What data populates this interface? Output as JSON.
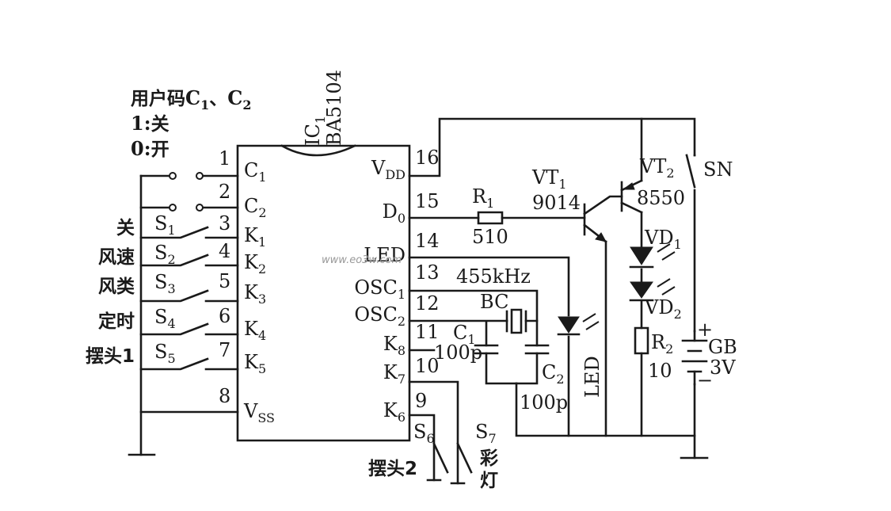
{
  "ic": {
    "ref": "IC",
    "ref_sub": "1",
    "part": "BA5104"
  },
  "user_code": {
    "title_cn": "用户码",
    "title_c1": "C",
    "title_c1_sub": "1",
    "title_sep": "、",
    "title_c2": "C",
    "title_c2_sub": "2",
    "line1_prefix": "1:",
    "line1_cn": "关",
    "line2_prefix": "0:",
    "line2_cn": "开"
  },
  "pins_left": [
    {
      "num": "1",
      "name": "C",
      "sub": "1"
    },
    {
      "num": "2",
      "name": "C",
      "sub": "2"
    },
    {
      "num": "3",
      "name": "K",
      "sub": "1"
    },
    {
      "num": "4",
      "name": "K",
      "sub": "2"
    },
    {
      "num": "5",
      "name": "K",
      "sub": "3"
    },
    {
      "num": "6",
      "name": "K",
      "sub": "4"
    },
    {
      "num": "7",
      "name": "K",
      "sub": "5"
    },
    {
      "num": "8",
      "name": "V",
      "sub": "SS"
    }
  ],
  "pins_right": [
    {
      "num": "16",
      "name": "V",
      "sub": "DD"
    },
    {
      "num": "15",
      "name": "D",
      "sub": "0"
    },
    {
      "num": "14",
      "name": "LED",
      "sub": ""
    },
    {
      "num": "13",
      "name": "OSC",
      "sub": "1"
    },
    {
      "num": "12",
      "name": "OSC",
      "sub": "2"
    },
    {
      "num": "11",
      "name": "K",
      "sub": "8"
    },
    {
      "num": "10",
      "name": "K",
      "sub": "7"
    },
    {
      "num": "9",
      "name": "K",
      "sub": "6"
    }
  ],
  "switches_left": [
    {
      "name": "S",
      "sub": "1",
      "label": "关"
    },
    {
      "name": "S",
      "sub": "2",
      "label": "风速"
    },
    {
      "name": "S",
      "sub": "3",
      "label": "风类"
    },
    {
      "name": "S",
      "sub": "4",
      "label": "定时"
    },
    {
      "name": "S",
      "sub": "5",
      "label": "摆头1"
    }
  ],
  "s6": {
    "name": "S",
    "sub": "6",
    "label": "摆头2"
  },
  "s7": {
    "name": "S",
    "sub": "7",
    "label_1": "彩",
    "label_2": "灯"
  },
  "r1": {
    "ref": "R",
    "sub": "1",
    "value": "510"
  },
  "r2": {
    "ref": "R",
    "sub": "2",
    "value": "10"
  },
  "vt1": {
    "ref": "VT",
    "sub": "1",
    "part": "9014"
  },
  "vt2": {
    "ref": "VT",
    "sub": "2",
    "part": "8550"
  },
  "crystal": {
    "freq": "455kHz",
    "ref": "BC"
  },
  "c1": {
    "ref": "C",
    "sub": "1",
    "value": "100p"
  },
  "c2": {
    "ref": "C",
    "sub": "2",
    "value": "100p"
  },
  "led_label": "LED",
  "vd1": {
    "ref": "VD",
    "sub": "1"
  },
  "vd2": {
    "ref": "VD",
    "sub": "2"
  },
  "sn": "SN",
  "battery": {
    "plus": "+",
    "minus": "−",
    "ref": "GB",
    "value": "3V"
  },
  "watermark": "www.eo3w.com"
}
